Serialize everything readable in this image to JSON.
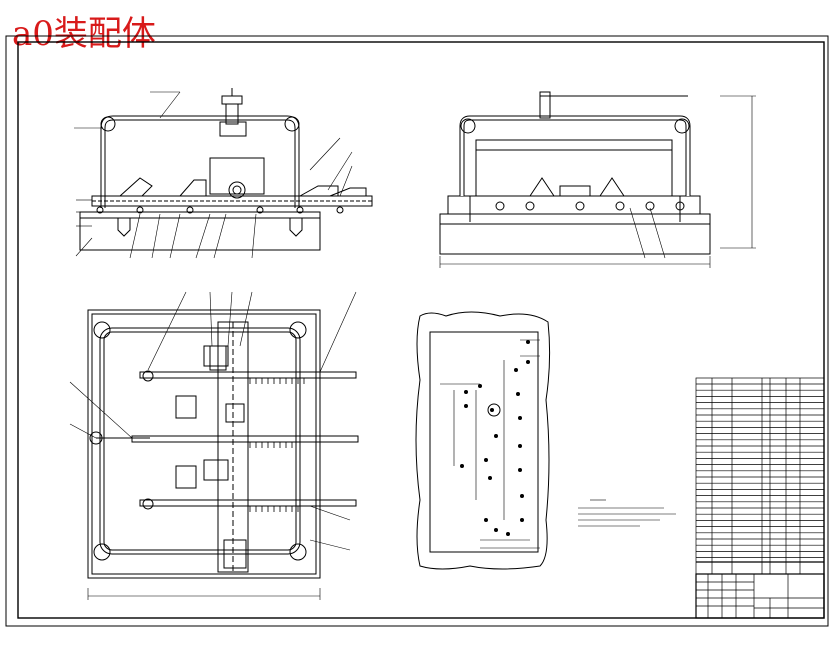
{
  "stamp": {
    "title": "a0装配体",
    "color": "#d81a1a"
  },
  "drawing": {
    "type": "assembly-drawing",
    "line_color": "#000000",
    "views": [
      "front-view",
      "side-view",
      "top-view",
      "detail-view",
      "parts-list",
      "title-block"
    ]
  }
}
